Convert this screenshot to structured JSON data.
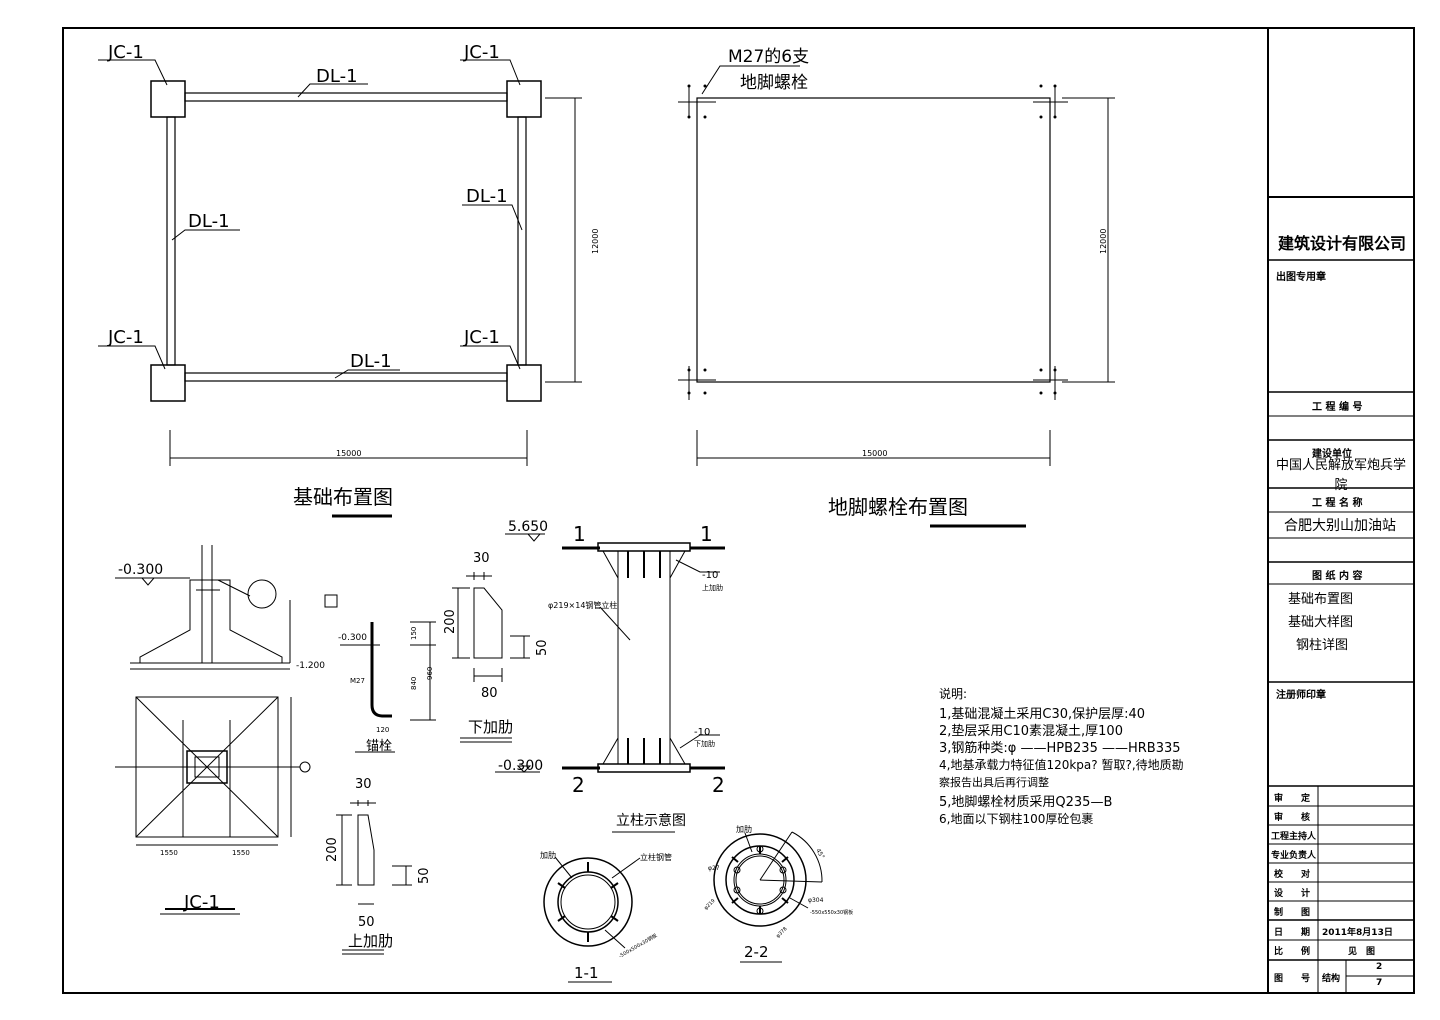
{
  "plan_labels": {
    "jc_tl": "JC-1",
    "jc_tr": "JC-1",
    "jc_bl": "JC-1",
    "jc_br": "JC-1",
    "dl_top": "DL-1",
    "dl_left": "DL-1",
    "dl_right": "DL-1",
    "dl_bottom": "DL-1",
    "dim_h": "15000",
    "dim_v": "12000",
    "title": "基础布置图"
  },
  "bolt_plan": {
    "callout_line1": "M27的6支",
    "callout_line2": "地脚螺栓",
    "dim_h": "15000",
    "dim_v": "12000",
    "title": "地脚螺栓布置图"
  },
  "jc_detail": {
    "elev_top": "-0.300",
    "elev_bottom": "-1.200",
    "dim_a": "1550",
    "dim_b": "1550",
    "title": "JC-1"
  },
  "anchor_detail": {
    "elev": "-0.300",
    "d1": "150",
    "d2": "840",
    "d3": "960",
    "d4": "120",
    "bolt_label": "M27",
    "title": "锚栓"
  },
  "lower_rib": {
    "w_top": "30",
    "h": "200",
    "h2": "50",
    "w_bottom": "80",
    "title": "下加肋"
  },
  "upper_rib": {
    "w_top": "30",
    "h": "200",
    "h2": "50",
    "w_bottom": "50",
    "title": "上加肋"
  },
  "column": {
    "elev_top": "5.650",
    "elev_bottom": "-0.300",
    "sec_1": "1",
    "sec_2": "2",
    "pipe_label": "φ219×14钢管立柱",
    "rib_top_t": "-10",
    "rib_top_label": "上加肋",
    "rib_bot_t": "-10",
    "rib_bot_label": "下加肋",
    "title": "立柱示意图"
  },
  "sec_1_1": {
    "rib": "加肋",
    "pipe": "立柱钢管",
    "plate": "-500x500x30钢板",
    "title": "1-1"
  },
  "sec_2_2": {
    "rib": "加肋",
    "bolt": "φ27",
    "d1": "φ219",
    "d2": "φ304",
    "d3": "φ378",
    "plate": "-550x550x30钢板",
    "angle": "45°",
    "title": "2-2"
  },
  "notes": {
    "heading": "说明:",
    "n1": "1,基础混凝土采用C30,保护层厚:40",
    "n2": "2,垫层采用C10素混凝土,厚100",
    "n3": "3,钢筋种类:φ ——HPB235    ——HRB335",
    "n4": "4,地基承载力特征值120kpa? 暂取?,待地质勘",
    "n4b": "察报告出具后再行调整",
    "n5": "5,地脚螺栓材质采用Q235—B",
    "n6": "6,地面以下钢柱100厚砼包裹"
  },
  "title_block": {
    "company": "建筑设计有限公司",
    "seal_label": "出图专用章",
    "project_no_label": "工 程 编 号",
    "client_label": "建设单位",
    "client": "中国人民解放军炮兵学院",
    "project_name_label": "工 程 名 称",
    "project_name": "合肥大别山加油站",
    "contents_label": "图 纸 内 容",
    "contents": [
      "基础布置图",
      "基础大样图",
      "钢柱详图"
    ],
    "reg_label": "注册师印章",
    "roles": [
      "审　　定",
      "审　　核",
      "工程主持人",
      "专业负责人",
      "校　　对",
      "设　　计",
      "制　　图"
    ],
    "date_label": "日　　期",
    "date": "2011年8月13日",
    "scale_label": "比　　例",
    "scale": "见　图",
    "drawing_no_label": "图　　号",
    "discipline": "结构",
    "sheet": "2",
    "sheets_total": "7"
  }
}
